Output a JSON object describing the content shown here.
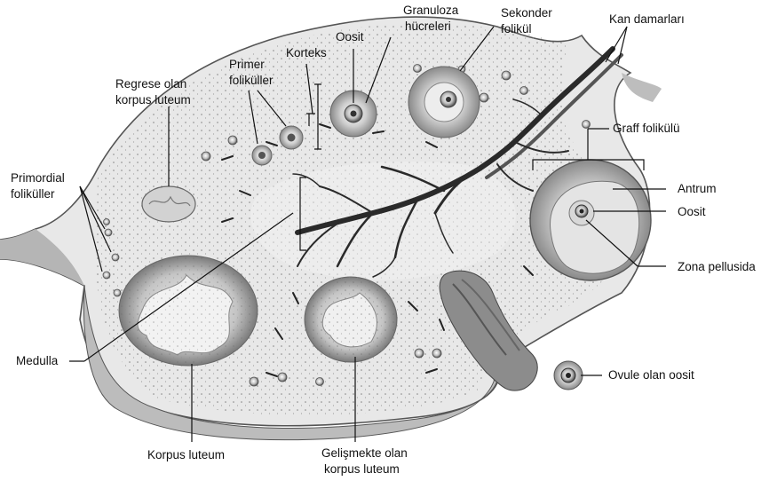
{
  "labels": {
    "oosit_top": "Oosit",
    "granuloza_1": "Granuloza",
    "granuloza_2": "hücreleri",
    "sekonder_1": "Sekonder",
    "sekonder_2": "folikül",
    "kan_damarlari": "Kan damarları",
    "korteks": "Korteks",
    "primer_1": "Primer",
    "primer_2": "foliküller",
    "regrese_1": "Regrese olan",
    "regrese_2": "korpus luteum",
    "graff": "Graff folikülü",
    "primordial_1": "Primordial",
    "primordial_2": "foliküller",
    "antrum": "Antrum",
    "oosit_right": "Oosit",
    "zona": "Zona pellusida",
    "medulla": "Medulla",
    "ovule": "Ovule olan oosit",
    "korpus_luteum": "Korpus luteum",
    "gelismekte_1": "Gelişmekte olan",
    "gelismekte_2": "korpus luteum"
  },
  "colors": {
    "tissue": "#e6e6e6",
    "tissue_dark": "#9a9a9a",
    "vessel": "#2a2a2a",
    "line": "#111111"
  }
}
